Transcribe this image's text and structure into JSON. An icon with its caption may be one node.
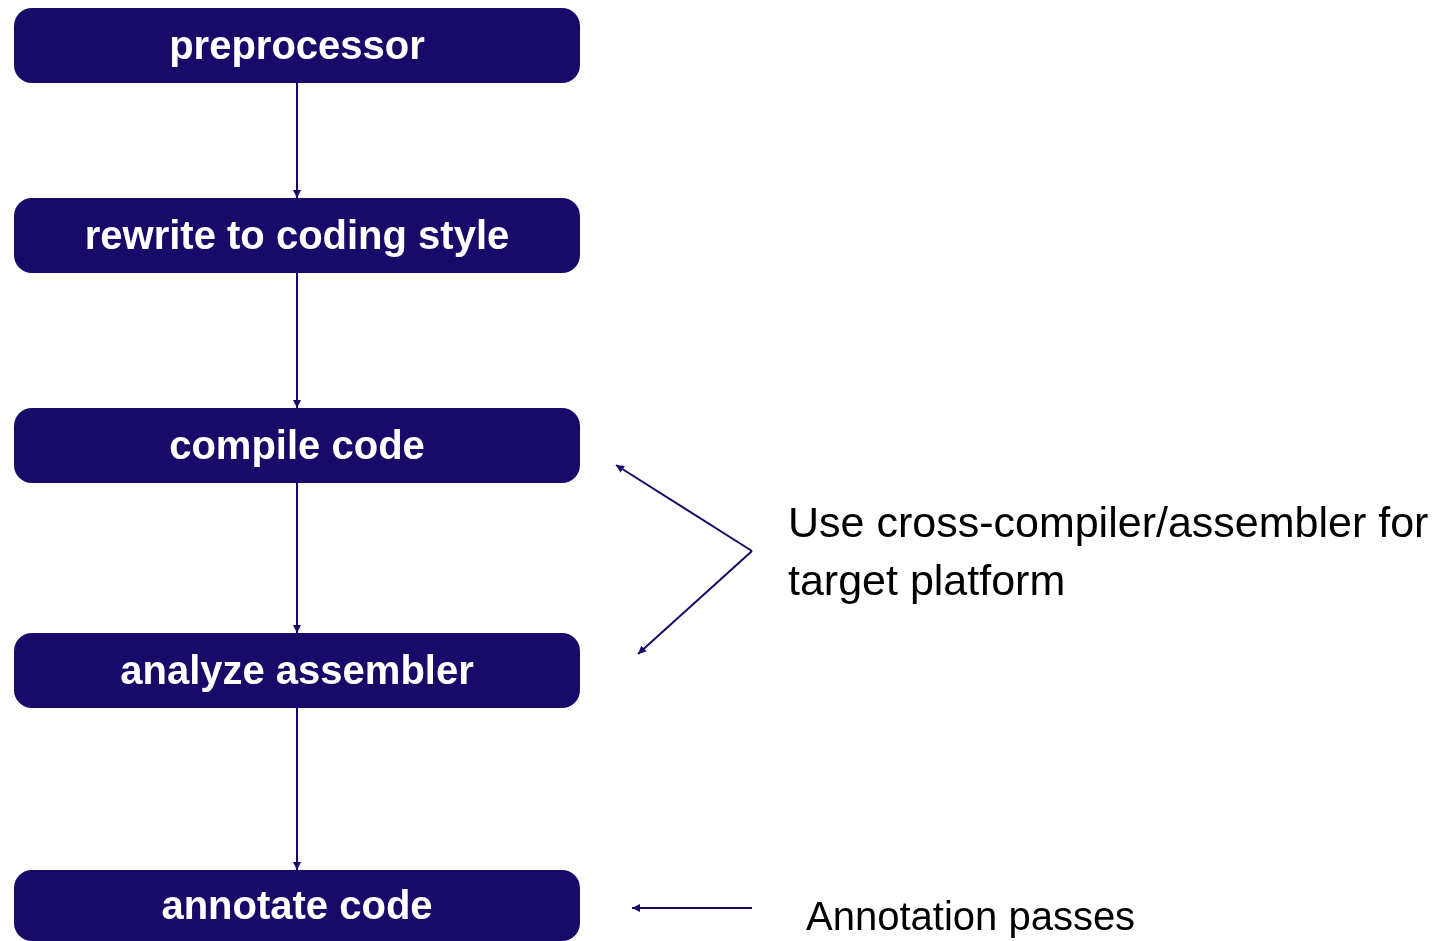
{
  "diagram": {
    "nodes": [
      {
        "text": [
          "preprocessor"
        ]
      },
      {
        "text": [
          "rewrite to coding style"
        ]
      },
      {
        "text": [
          "compile code"
        ]
      },
      {
        "text": [
          "analyze assembler"
        ]
      },
      {
        "text": [
          "annotate code"
        ]
      },
      {
        "text": [
          "Use cross-compiler/assembler for target platform"
        ]
      },
      {
        "text": [
          "Annotation passes"
        ]
      }
    ],
    "edges": [
      {
        "from": 0,
        "to": 1,
        "arrow": "to"
      },
      {
        "from": 1,
        "to": 2,
        "arrow": "to"
      },
      {
        "from": 2,
        "to": 3,
        "arrow": "to"
      },
      {
        "from": 3,
        "to": 4,
        "arrow": "to"
      },
      {
        "from": 5,
        "to": 2,
        "arrow": "to"
      },
      {
        "from": 5,
        "to": 3,
        "arrow": "to"
      },
      {
        "from": 6,
        "to": 4,
        "arrow": "to"
      }
    ]
  }
}
